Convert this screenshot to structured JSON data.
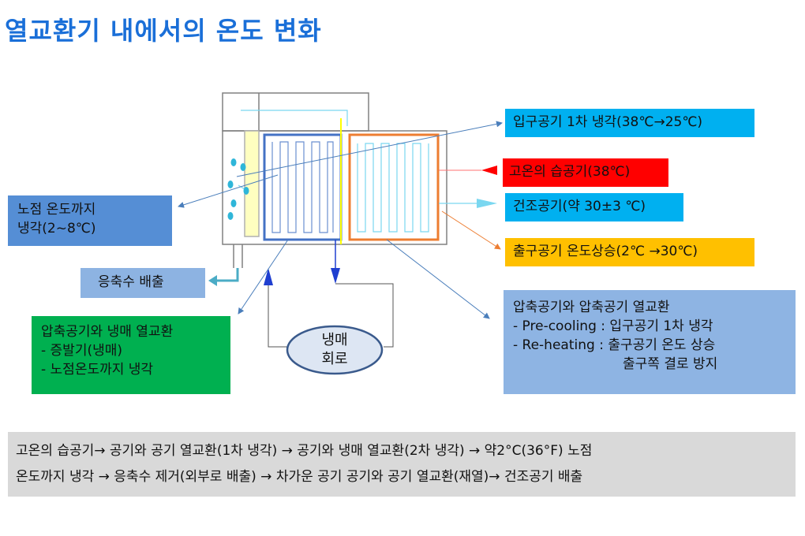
{
  "title": "열교환기 내에서의 온도 변화",
  "labels": {
    "inlet_cooling": "입구공기 1차 냉각(38℃→25℃)",
    "hot_humid": "고온의 습공기(38℃)",
    "dry_air": "건조공기(약 30±3 ℃)",
    "outlet_heating": "출구공기 온도상승(2℃ →30℃)",
    "dew_point": [
      "노점 온도까지",
      "냉각(2~8℃)"
    ],
    "condensate": "응축수 배출",
    "refrigerant_exchange": [
      "압축공기와 냉매 열교환",
      "- 증발기(냉매)",
      "- 노점온도까지 냉각"
    ],
    "air_exchange": [
      "압축공기와 압축공기 열교환",
      "- Pre-cooling : 입구공기 1차 냉각",
      "- Re-heating : 출구공기 온도 상승",
      "출구쪽 결로 방지"
    ],
    "refrigerant_circuit": [
      "냉매",
      "회로"
    ]
  },
  "summary": [
    "고온의 습공기→ 공기와 공기 열교환(1차 냉각) → 공기와 냉매 열교환(2차 냉각) → 약2°C(36°F) 노점",
    "온도까지 냉각 → 응축수 제거(외부로 배출) → 차가운 공기 공기와 공기 열교환(재열)→ 건조공기 배출"
  ],
  "colors": {
    "title": "#1a6fd8",
    "inlet_box": "#00b0f0",
    "hot_box": "#ff0000",
    "outlet_box": "#ffc000",
    "green_box": "#00b050",
    "evaporator": "#4472c4",
    "air_exchanger": "#ed7d31"
  }
}
